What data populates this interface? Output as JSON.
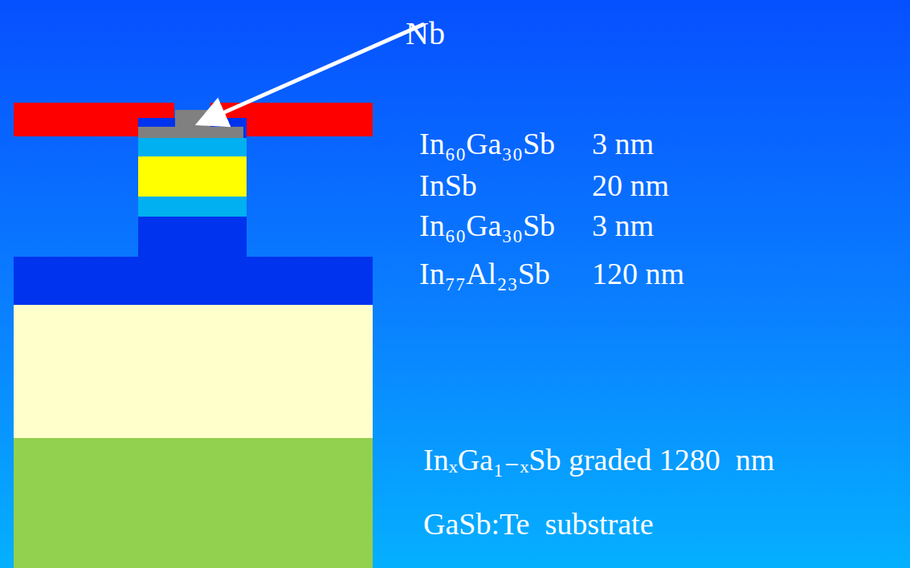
{
  "diagram": {
    "labels": [
      "Nb",
      "In₆₀Ga₃₀Sb",
      "3 nm",
      "InSb",
      "20 nm",
      "In₆₀Ga₃₀Sb",
      "3 nm",
      "In₇₇Al₂₃Sb",
      "120 nm",
      "InₓGa₁₋ₓSb graded 1280  nm",
      "GaSb:Te  substrate"
    ]
  }
}
